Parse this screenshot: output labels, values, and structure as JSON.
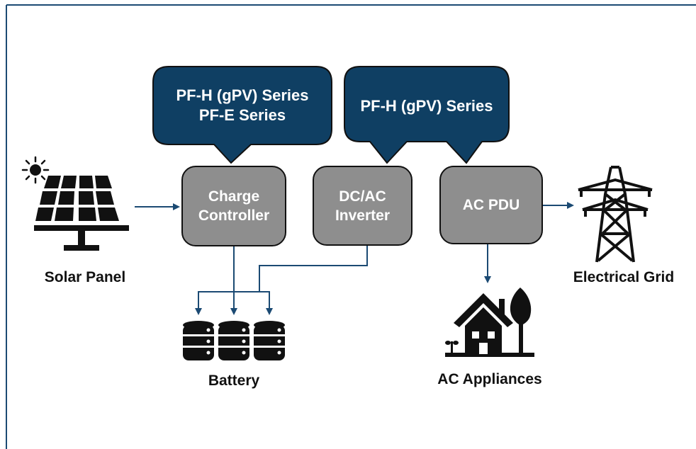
{
  "colors": {
    "navy": "#0f3f63",
    "box_gray": "#8e8e8e",
    "arrow": "#1b4a73",
    "frame": "#1b4a73"
  },
  "callouts": {
    "left": {
      "line1": "PF-H (gPV) Series",
      "line2": "PF-E Series"
    },
    "right": {
      "line1": "PF-H (gPV) Series"
    }
  },
  "boxes": {
    "charge_controller": {
      "line1": "Charge",
      "line2": "Controller"
    },
    "inverter": {
      "line1": "DC/AC",
      "line2": "Inverter"
    },
    "pdu": {
      "line1": "AC PDU"
    }
  },
  "labels": {
    "solar_panel": "Solar Panel",
    "battery": "Battery",
    "appliances": "AC Appliances",
    "grid": "Electrical Grid"
  },
  "icons": [
    "sun-icon",
    "solar-panel-icon",
    "battery-icon",
    "house-tree-icon",
    "power-tower-icon"
  ]
}
